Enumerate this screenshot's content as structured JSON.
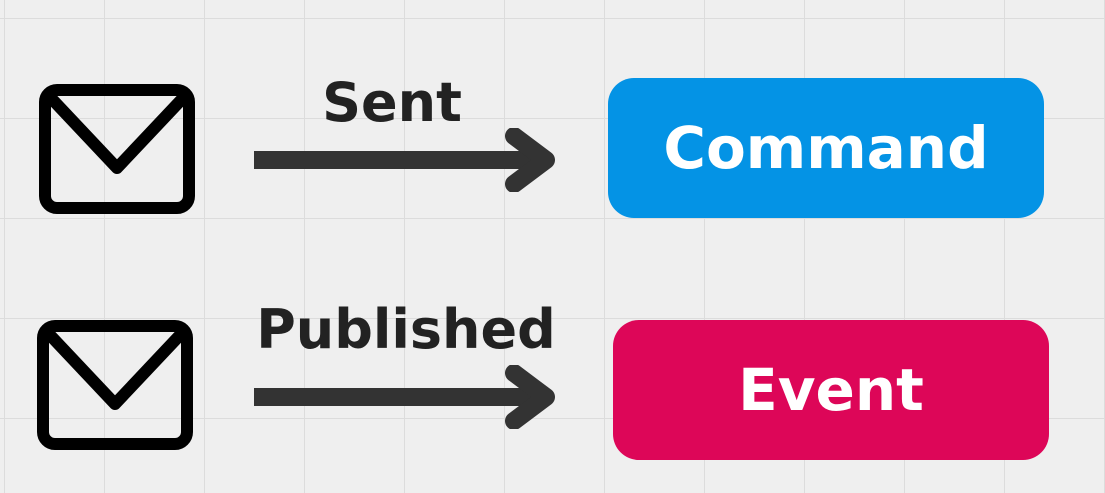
{
  "rows": [
    {
      "icon": "envelope-icon",
      "verb": "Sent",
      "message_type": "Command",
      "color": "#0493e5"
    },
    {
      "icon": "envelope-icon",
      "verb": "Published",
      "message_type": "Event",
      "color": "#dd0658"
    }
  ],
  "arrow_color": "#333333",
  "icon_color": "#000000"
}
